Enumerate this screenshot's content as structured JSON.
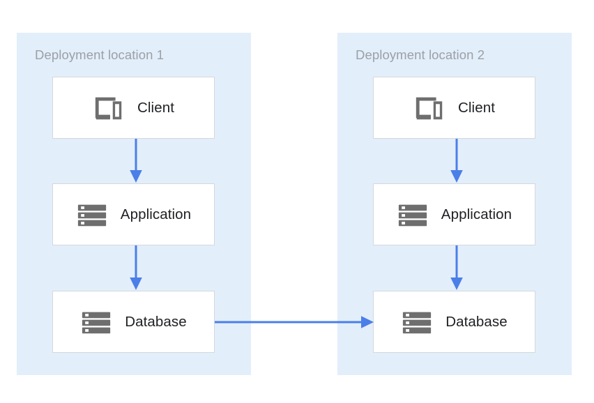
{
  "diagram": {
    "type": "deployment-architecture",
    "background": "#ffffff",
    "zone_color": "#e3eefb",
    "node_fill": "#ffffff",
    "node_border": "#d5d8dc",
    "icon_color": "#6e6e6e",
    "arrow_color": "#4a7fe8",
    "zone_title_color": "#9aa0a6",
    "node_label_color": "#202124",
    "zones": [
      {
        "id": "zone-1",
        "title": "Deployment location 1",
        "nodes": [
          {
            "id": "client-1",
            "label": "Client",
            "icon": "devices-icon"
          },
          {
            "id": "application-1",
            "label": "Application",
            "icon": "server-icon"
          },
          {
            "id": "database-1",
            "label": "Database",
            "icon": "database-icon"
          }
        ]
      },
      {
        "id": "zone-2",
        "title": "Deployment location 2",
        "nodes": [
          {
            "id": "client-2",
            "label": "Client",
            "icon": "devices-icon"
          },
          {
            "id": "application-2",
            "label": "Application",
            "icon": "server-icon"
          },
          {
            "id": "database-2",
            "label": "Database",
            "icon": "database-icon"
          }
        ]
      }
    ],
    "connectors": [
      {
        "id": "client1-to-application1",
        "from": "client-1",
        "to": "application-1",
        "direction": "down"
      },
      {
        "id": "application1-to-database1",
        "from": "application-1",
        "to": "database-1",
        "direction": "down"
      },
      {
        "id": "client2-to-application2",
        "from": "client-2",
        "to": "application-2",
        "direction": "down"
      },
      {
        "id": "application2-to-database2",
        "from": "application-2",
        "to": "database-2",
        "direction": "down"
      },
      {
        "id": "database1-to-database2",
        "from": "database-1",
        "to": "database-2",
        "direction": "right"
      }
    ]
  }
}
